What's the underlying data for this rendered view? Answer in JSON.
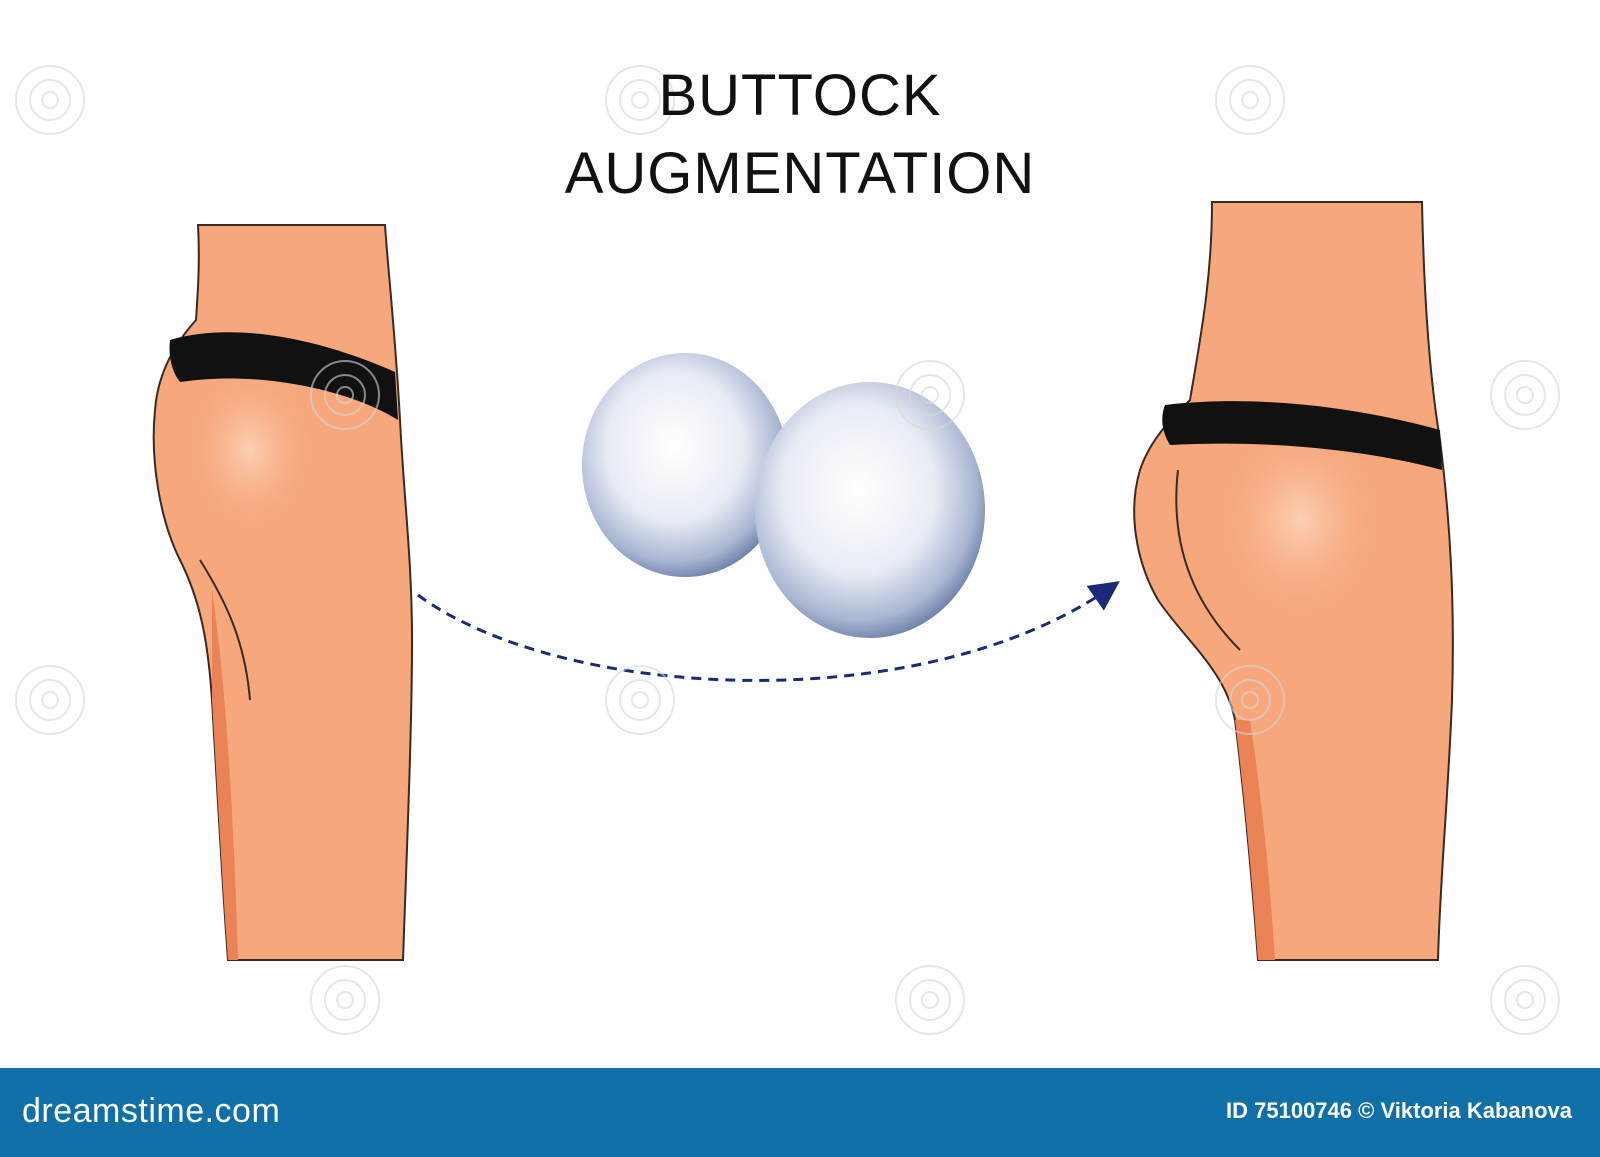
{
  "title": {
    "line1": "BUTTOCK",
    "line2": "AUGMENTATION"
  },
  "footer": {
    "brand": "dreamstime.com",
    "credit": "ID 75100746 © Viktoria Kabanova"
  },
  "colors": {
    "skin": "#f6a77c",
    "skin_highlight": "#fbc4a3",
    "skin_shadow": "#ea8457",
    "thong": "#111111",
    "arrow": "#1a2a78",
    "implant_center": "#ffffff",
    "implant_edge": "#6c7fa8",
    "footer_bg": "#0f6fa6"
  },
  "icons": [
    "watermark-spiral-icon",
    "camera-icon"
  ]
}
